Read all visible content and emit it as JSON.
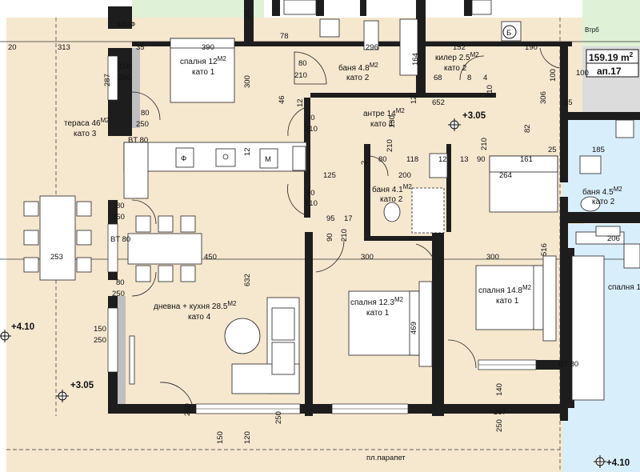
{
  "rooms": {
    "bedroom1": {
      "name": "спалня 12",
      "sup": "М2",
      "sub": "като 1"
    },
    "bath1": {
      "name": "баня 4.8",
      "sup": "М2",
      "sub": "като 2"
    },
    "storage": {
      "name": "килер 2.5",
      "sup": "М2",
      "sub": "като 2"
    },
    "terrace": {
      "name": "тераса 46",
      "sup": "М2",
      "sub": "като 3"
    },
    "hall": {
      "name": "антре 14",
      "sup": "М2",
      "sub": "като 4"
    },
    "bath2": {
      "name": "баня 4.1",
      "sup": "М2",
      "sub": "като 2"
    },
    "bath3": {
      "name": "баня 4.5",
      "sup": "М2",
      "sub": "като 2"
    },
    "living": {
      "name": "дневна + кухня 28.5",
      "sup": "М2",
      "sub": "като 4"
    },
    "bedroom2": {
      "name": "спалня 12.3",
      "sup": "М2",
      "sub": "като 1"
    },
    "bedroom3": {
      "name": "спалня 14.8",
      "sup": "М2",
      "sub": "като 1"
    },
    "bedroom4": {
      "name": "спалня 1"
    }
  },
  "apartment": {
    "area": "159.19 m",
    "area_sup": "2",
    "id": "ап.17"
  },
  "levels": {
    "top": "+3.05",
    "left": "+4.10",
    "bottom_left": "+3.05",
    "bottom_right": "+4.10"
  },
  "labels": {
    "parapet": "пл.парапет",
    "cabinet": "Втрб",
    "storage_tag": "ШКАФ",
    "bt": "BT 80"
  },
  "icons": {
    "fridge": "Б",
    "hob": "Ф",
    "microwave": "М"
  },
  "dims": {
    "d20": "20",
    "d313": "313",
    "d390": "390",
    "d35": "35",
    "d78": "78",
    "d296": "296",
    "d152": "152",
    "d190": "190",
    "d287": "287",
    "d150": "150",
    "d250": "250",
    "d300": "300",
    "d80": "80",
    "d210": "210",
    "d164": "164",
    "d68": "68",
    "d8": "8",
    "d4": "4",
    "d46": "46",
    "d12": "12",
    "d652": "652",
    "d100": "100",
    "d306": "306",
    "d25": "25",
    "d90": "90",
    "d130": "130",
    "d82": "82",
    "d185": "185",
    "d2": "2",
    "d118": "118",
    "d13": "13",
    "d161": "161",
    "d125": "125",
    "d200": "200",
    "d264": "264",
    "d17": "17",
    "d95": "95",
    "d253": "253",
    "d450": "450",
    "d632": "632",
    "d206": "206",
    "d516": "516",
    "d469": "469",
    "d140": "140",
    "d267": "267",
    "d120": "120"
  }
}
